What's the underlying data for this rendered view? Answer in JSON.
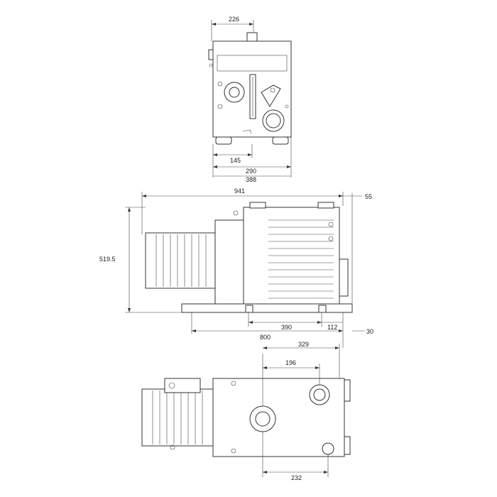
{
  "dimensions": {
    "top_width_226": "226",
    "top_145": "145",
    "top_290": "290",
    "top_388": "388",
    "side_941": "941",
    "side_55": "55",
    "side_519_5": "519.5",
    "side_390": "390",
    "side_112": "112",
    "side_800": "800",
    "side_30": "30",
    "plan_329": "329",
    "plan_196": "196",
    "plan_232": "232"
  }
}
